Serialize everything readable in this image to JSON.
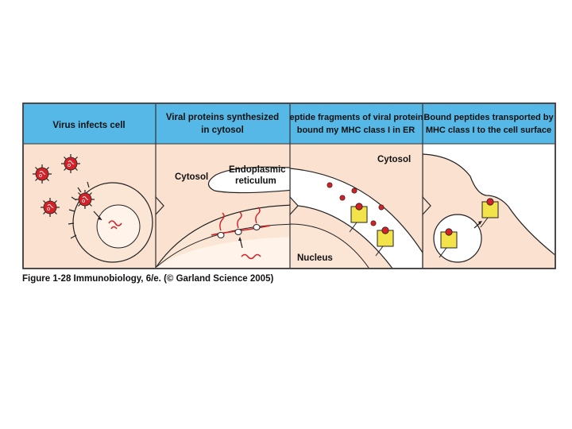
{
  "figure": {
    "panels": [
      {
        "title_lines": [
          "Virus infects cell"
        ]
      },
      {
        "title_lines": [
          "Viral proteins synthesized",
          "in cytosol"
        ]
      },
      {
        "title_lines": [
          "Peptide fragments of viral proteins",
          "bound my MHC class I in ER"
        ]
      },
      {
        "title_lines": [
          "Bound peptides transported by",
          "MHC class I to the cell surface"
        ]
      }
    ],
    "labels": {
      "cytosol_p2": "Cytosol",
      "er_line1": "Endoplasmic",
      "er_line2": "reticulum",
      "cytosol_p3": "Cytosol",
      "nucleus": "Nucleus"
    },
    "caption": "Figure 1-28 Immunobiology, 6/e. (© Garland Science 2005)"
  },
  "colors": {
    "header_blue": "#55b8e6",
    "panel_bg": "#fbe1cf",
    "cell_fill": "#fbe6d6",
    "outline": "#222222",
    "virus_red": "#d42027",
    "mhc_yellow": "#f2e34a",
    "er_white": "#ffffff"
  }
}
